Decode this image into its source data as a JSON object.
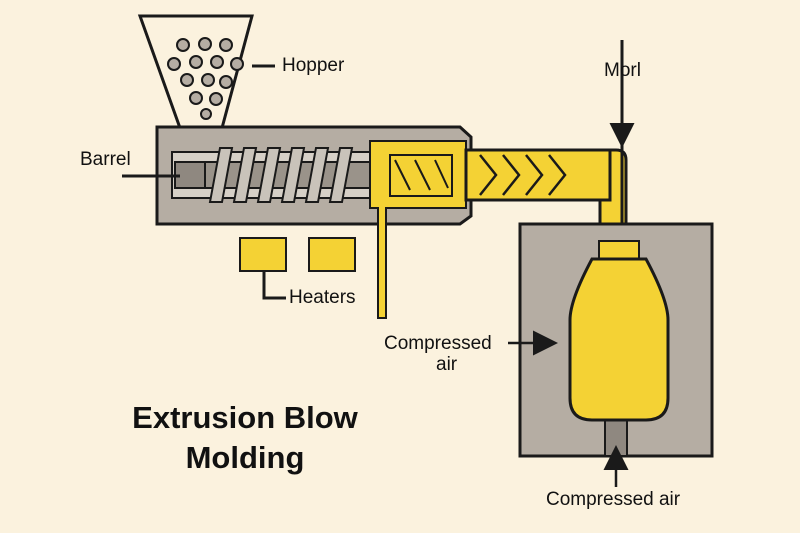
{
  "labels": {
    "hopper": "Hopper",
    "barrel": "Barrel",
    "mold": "Morl",
    "heaters": "Heaters",
    "compressed_air_side_line1": "Compressed",
    "compressed_air_side_line2": "air",
    "compressed_air_bottom": "Compressed air"
  },
  "title": {
    "line1": "Extrusion Blow",
    "line2": "Molding"
  },
  "colors": {
    "background": "#fbf2de",
    "metal": "#b5ada3",
    "plastic": "#f4d234",
    "outline": "#1a1a1a"
  }
}
